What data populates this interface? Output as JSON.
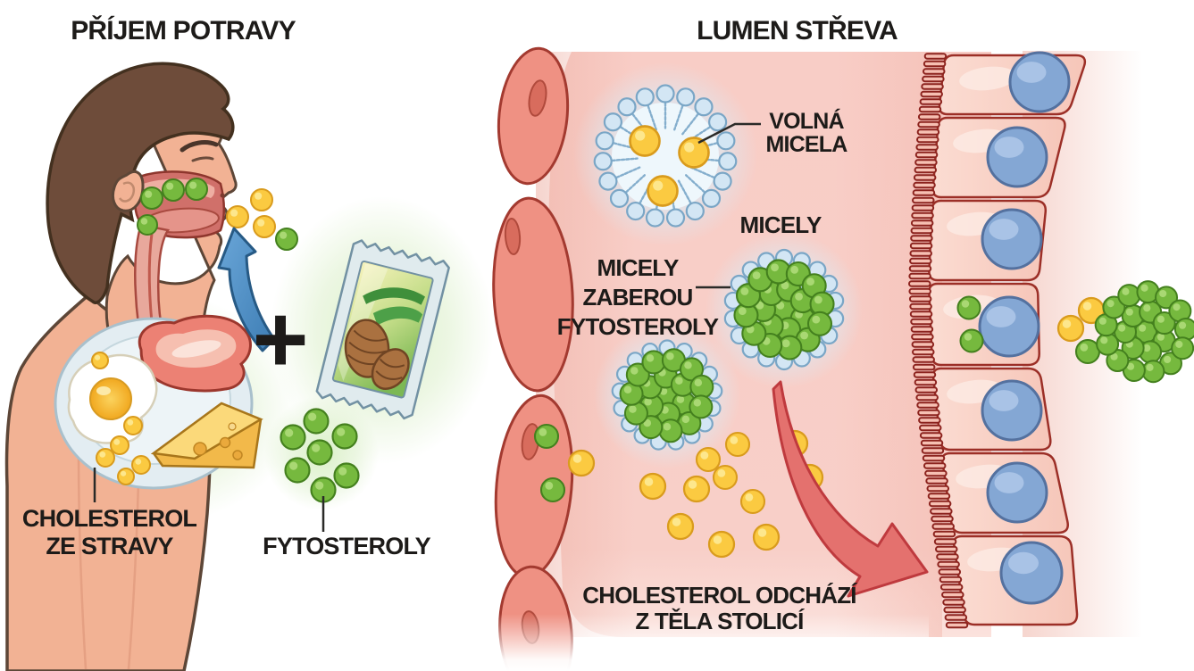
{
  "titles": {
    "left": "PŘÍJEM POTRAVY",
    "right": "LUMEN STŘEVA"
  },
  "labels": {
    "dietary_cholesterol": "CHOLESTEROL\nZE STRAVY",
    "phytosterols": "FYTOSTEROLY",
    "plus": "+",
    "free_micelle": "VOLNÁ\nMICELA",
    "micelles": "MICELY",
    "micelles_capture_phytosterols": "MICELY\nZABEROU\nFYTOSTEROLY",
    "cholesterol_exits": "CHOLESTEROL ODCHÁZÍ\nZ TĚLA STOLICÍ"
  },
  "colors": {
    "cholesterol_yellow": "#fbca41",
    "cholesterol_yellow_stroke": "#d99b1d",
    "cholesterol_yellow_highlight": "#fde78d",
    "phytosterol_green": "#76b93e",
    "phytosterol_green_stroke": "#44801e",
    "phytosterol_green_highlight": "#a9d873",
    "micelle_head_blue": "#d3e6f4",
    "micelle_head_stroke": "#7aa6c6",
    "micelle_tail_blue": "#84aecd",
    "lumen_pink": "#f8cdc6",
    "wall_red": "#a33a30",
    "epithelium_outline": "#9c2f27",
    "nucleus_blue": "#84a7d4",
    "arrow_red": "#e4716e",
    "arrow_blue": "#4a8cc4",
    "text_black": "#1d1b19"
  }
}
